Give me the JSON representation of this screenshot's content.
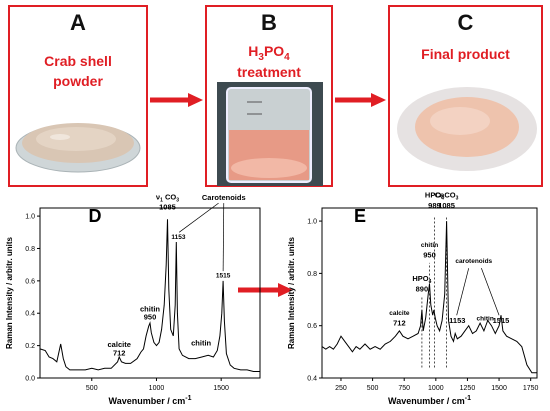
{
  "panels_top": {
    "a": {
      "letter": "A",
      "line1": "Crab shell",
      "line2": "powder"
    },
    "b": {
      "letter": "B",
      "chem": "H",
      "sub3": "3",
      "po": "PO",
      "sub4": "4",
      "line2": "treatment"
    },
    "c": {
      "letter": "C",
      "line1": "Final product"
    }
  },
  "colors": {
    "accent": "#e01e24",
    "powder": "#d9c6b4",
    "final": "#eec3ad"
  },
  "chart_data": [
    {
      "type": "line",
      "panel": "D",
      "xlabel": "Wavenumber / cm",
      "xlabel_sup": "-1",
      "ylabel": "Raman Intensity / arbitr. units",
      "xlim": [
        100,
        1800
      ],
      "ylim": [
        0.0,
        1.05
      ],
      "xticks": [
        500,
        1000,
        1500
      ],
      "yticks": [
        0.0,
        0.2,
        0.4,
        0.6,
        0.8,
        1.0
      ],
      "x": [
        100,
        140,
        170,
        200,
        230,
        260,
        280,
        300,
        330,
        360,
        400,
        450,
        500,
        550,
        600,
        650,
        700,
        712,
        730,
        760,
        800,
        850,
        880,
        900,
        920,
        940,
        950,
        960,
        980,
        1000,
        1020,
        1040,
        1060,
        1075,
        1085,
        1095,
        1110,
        1130,
        1145,
        1153,
        1162,
        1175,
        1200,
        1250,
        1300,
        1350,
        1400,
        1440,
        1470,
        1490,
        1505,
        1515,
        1525,
        1540,
        1570,
        1600,
        1650,
        1700,
        1750,
        1800
      ],
      "y": [
        0.18,
        0.17,
        0.13,
        0.12,
        0.1,
        0.21,
        0.12,
        0.07,
        0.05,
        0.05,
        0.05,
        0.05,
        0.06,
        0.05,
        0.06,
        0.06,
        0.1,
        0.13,
        0.1,
        0.09,
        0.09,
        0.12,
        0.16,
        0.18,
        0.26,
        0.32,
        0.34,
        0.28,
        0.22,
        0.2,
        0.22,
        0.3,
        0.45,
        0.7,
        0.98,
        0.55,
        0.3,
        0.26,
        0.45,
        0.84,
        0.4,
        0.18,
        0.14,
        0.12,
        0.12,
        0.13,
        0.14,
        0.13,
        0.17,
        0.26,
        0.4,
        0.6,
        0.35,
        0.15,
        0.08,
        0.06,
        0.05,
        0.05,
        0.04,
        0.04
      ],
      "annotations": [
        {
          "text": "calcite",
          "x": 712,
          "y": 0.19
        },
        {
          "text": "712",
          "x": 712,
          "y": 0.14
        },
        {
          "text": "chitin",
          "x": 950,
          "y": 0.41
        },
        {
          "text": "950",
          "x": 950,
          "y": 0.36
        },
        {
          "text": "1085",
          "x": 1085,
          "y": 1.04
        },
        {
          "text": "1153",
          "x": 1170,
          "y": 0.86
        },
        {
          "text": "Carotenoids",
          "x": 1520,
          "y": 1.1
        },
        {
          "text": "1515",
          "x": 1515,
          "y": 0.62
        },
        {
          "text": "chitin",
          "x": 1345,
          "y": 0.2
        }
      ],
      "nu_label": {
        "nu": "ν",
        "sub": "1",
        "rest": " CO",
        "sub3": "3"
      },
      "letter": "D"
    },
    {
      "type": "line",
      "panel": "E",
      "xlabel": "Wavenumber / cm",
      "xlabel_sup": "-1",
      "ylabel": "Raman Intensity / arbitr. units",
      "xlim": [
        100,
        1800
      ],
      "ylim": [
        0.4,
        1.05
      ],
      "xticks": [
        250,
        500,
        750,
        1000,
        1250,
        1500,
        1750
      ],
      "yticks": [
        0.4,
        0.6,
        0.8,
        1.0
      ],
      "x": [
        100,
        130,
        160,
        190,
        220,
        250,
        280,
        310,
        340,
        370,
        400,
        440,
        480,
        520,
        560,
        600,
        640,
        680,
        712,
        740,
        780,
        820,
        860,
        880,
        890,
        900,
        920,
        940,
        950,
        960,
        975,
        985,
        995,
        1010,
        1030,
        1050,
        1070,
        1085,
        1100,
        1120,
        1140,
        1153,
        1170,
        1200,
        1230,
        1260,
        1290,
        1320,
        1350,
        1380,
        1410,
        1440,
        1470,
        1500,
        1515,
        1530,
        1560,
        1600,
        1640,
        1680,
        1720,
        1760,
        1800
      ],
      "y": [
        0.52,
        0.51,
        0.52,
        0.51,
        0.53,
        0.56,
        0.54,
        0.52,
        0.5,
        0.52,
        0.51,
        0.53,
        0.51,
        0.52,
        0.51,
        0.53,
        0.54,
        0.56,
        0.58,
        0.56,
        0.55,
        0.56,
        0.57,
        0.6,
        0.66,
        0.58,
        0.63,
        0.72,
        0.76,
        0.68,
        0.64,
        0.66,
        0.63,
        0.6,
        0.58,
        0.62,
        0.72,
        1.0,
        0.62,
        0.56,
        0.54,
        0.57,
        0.55,
        0.56,
        0.58,
        0.6,
        0.57,
        0.58,
        0.61,
        0.58,
        0.62,
        0.6,
        0.57,
        0.6,
        0.64,
        0.58,
        0.56,
        0.55,
        0.54,
        0.52,
        0.45,
        0.42,
        0.42
      ],
      "annotations": [
        {
          "text": "calcite",
          "x": 712,
          "y": 0.64
        },
        {
          "text": "712",
          "x": 712,
          "y": 0.6
        },
        {
          "text": "HPO",
          "x": 890,
          "y": 0.77
        },
        {
          "text": "890",
          "x": 890,
          "y": 0.73
        },
        {
          "text": "chitin",
          "x": 950,
          "y": 0.9
        },
        {
          "text": "950",
          "x": 950,
          "y": 0.86
        },
        {
          "text": "HPO",
          "x": 989,
          "y": 1.09
        },
        {
          "text": "989",
          "x": 989,
          "y": 1.05
        },
        {
          "text": "CaCO",
          "x": 1085,
          "y": 1.09
        },
        {
          "text": "1085",
          "x": 1085,
          "y": 1.05
        },
        {
          "text": "carotenoids",
          "x": 1300,
          "y": 0.84
        },
        {
          "text": "1153",
          "x": 1170,
          "y": 0.61
        },
        {
          "text": "chitin",
          "x": 1390,
          "y": 0.62
        },
        {
          "text": "1515",
          "x": 1515,
          "y": 0.61
        }
      ],
      "letter": "E"
    }
  ]
}
